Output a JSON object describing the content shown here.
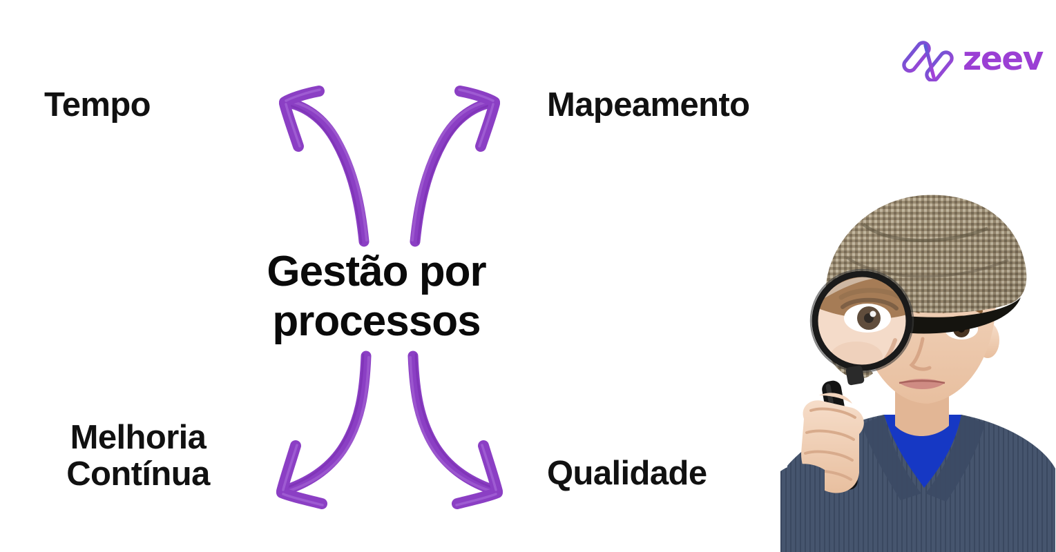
{
  "background_color": "#ffffff",
  "brand": {
    "mark_name": "zeev-logo-mark",
    "wordmark": "zeev",
    "mark_gradient_start": "#5B5BD6",
    "mark_gradient_end": "#A93FD9",
    "wordmark_color": "#9B3FD4"
  },
  "center": {
    "title": "Gestão por\nprocessos",
    "title_color": "#0a0a0a"
  },
  "labels": {
    "top_left": "Tempo",
    "top_right": "Mapeamento",
    "bottom_left": "Melhoria\nContínua",
    "bottom_right": "Qualidade",
    "color": "#111111"
  },
  "arrows": {
    "color": "#8B3FC4",
    "style": "brush-stroke",
    "items": [
      {
        "name": "arrow-up-left",
        "points_to": "Tempo",
        "direction": "up-left"
      },
      {
        "name": "arrow-up-right",
        "points_to": "Mapeamento",
        "direction": "up-right"
      },
      {
        "name": "arrow-down-left",
        "points_to": "Melhoria Contínua",
        "direction": "down-left"
      },
      {
        "name": "arrow-down-right",
        "points_to": "Qualidade",
        "direction": "down-right"
      }
    ]
  },
  "photo": {
    "alt": "Menino com chapéu de detetive segurando uma lupa",
    "hat_color": "#8d8069",
    "sweater_color": "#46556e",
    "shirt_color": "#1638c4",
    "skin_color": "#f0cdb4",
    "hair_color": "#a8764a"
  }
}
